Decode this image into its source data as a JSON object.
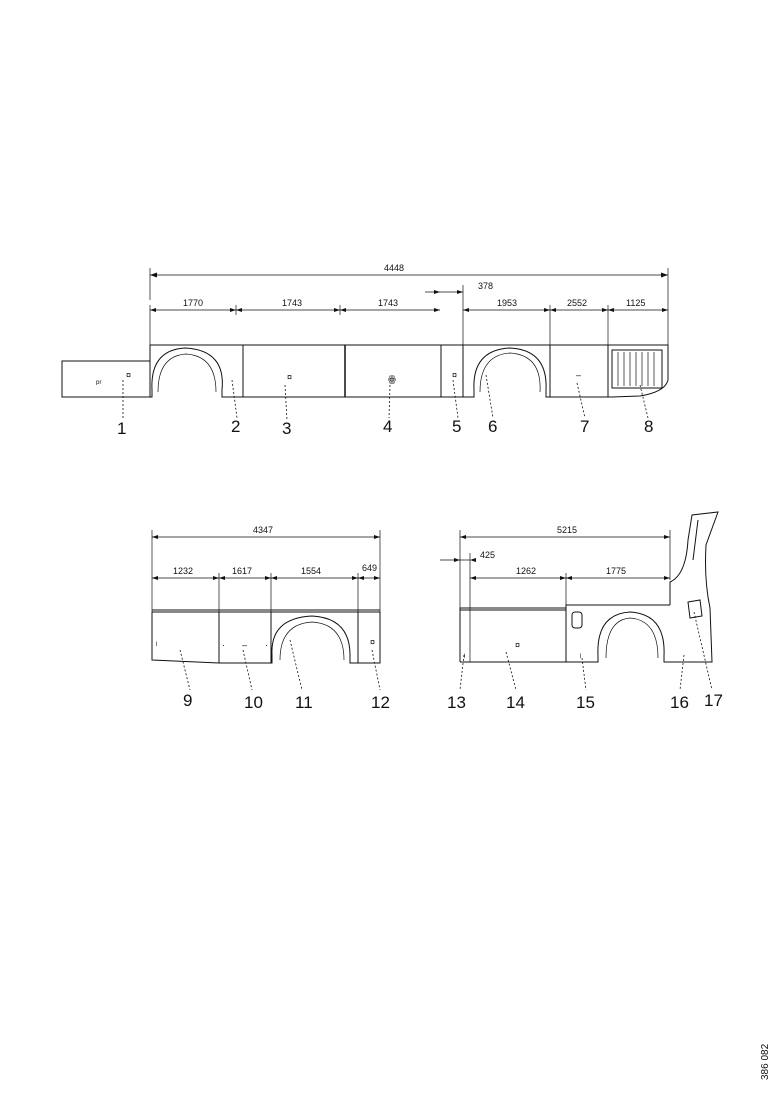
{
  "reference_code": "386 082",
  "top_view": {
    "dimensions": {
      "overall": "4448",
      "seg1": "1770",
      "seg2": "1743",
      "seg3": "1743",
      "small": "378",
      "seg5": "1953",
      "seg6": "2552",
      "seg7": "1125"
    },
    "callouts": [
      "1",
      "2",
      "3",
      "4",
      "5",
      "6",
      "7",
      "8"
    ]
  },
  "bottom_left_view": {
    "dimensions": {
      "overall": "4347",
      "seg1": "1232",
      "seg2": "1617",
      "seg3": "1554",
      "seg4": "649"
    },
    "callouts": [
      "9",
      "10",
      "11",
      "12"
    ]
  },
  "bottom_right_view": {
    "dimensions": {
      "overall": "5215",
      "small": "425",
      "seg1": "1262",
      "seg2": "1775"
    },
    "callouts": [
      "13",
      "14",
      "15",
      "16",
      "17"
    ]
  }
}
